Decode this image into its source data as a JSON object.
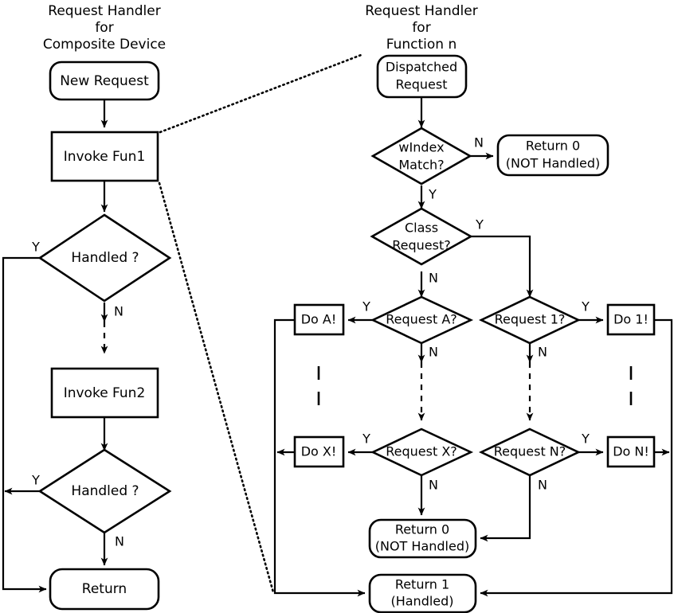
{
  "diagram": {
    "title_left": [
      "Request Handler",
      "for",
      "Composite Device"
    ],
    "title_right": [
      "Request Handler",
      "for",
      "Function n"
    ],
    "left_column": {
      "header_line1": "Request Handler",
      "header_line2": "for",
      "header_line3": "Composite Device",
      "nodes": [
        {
          "id": "new-request",
          "label": "New Request",
          "shape": "rounded"
        },
        {
          "id": "invoke-fun1",
          "label": "Invoke Fun1",
          "shape": "rect"
        },
        {
          "id": "handled-1",
          "label": "Handled ?",
          "shape": "diamond"
        },
        {
          "id": "invoke-fun2",
          "label": "Invoke Fun2",
          "shape": "rect"
        },
        {
          "id": "handled-2",
          "label": "Handled ?",
          "shape": "diamond"
        },
        {
          "id": "return",
          "label": "Return",
          "shape": "rounded"
        }
      ],
      "edge_labels": {
        "handled1_yes": "Y",
        "handled1_no": "N",
        "handled2_yes": "Y",
        "handled2_no": "N"
      }
    },
    "right_column": {
      "header_line1": "Request Handler",
      "header_line2": "for",
      "header_line3": "Function n",
      "nodes": [
        {
          "id": "dispatched-request",
          "label_line1": "Dispatched",
          "label_line2": "Request",
          "shape": "rounded"
        },
        {
          "id": "windex-match",
          "label_line1": "wIndex",
          "label_line2": "Match?",
          "shape": "diamond"
        },
        {
          "id": "return0-top",
          "label_line1": "Return 0",
          "label_line2": "(NOT Handled)",
          "shape": "rounded"
        },
        {
          "id": "class-request",
          "label_line1": "Class",
          "label_line2": "Request?",
          "shape": "diamond"
        },
        {
          "id": "request-a",
          "label": "Request A?",
          "shape": "diamond"
        },
        {
          "id": "request-1",
          "label": "Request 1?",
          "shape": "diamond"
        },
        {
          "id": "do-a",
          "label": "Do A!",
          "shape": "rect"
        },
        {
          "id": "do-1",
          "label": "Do 1!",
          "shape": "rect"
        },
        {
          "id": "request-x",
          "label": "Request X?",
          "shape": "diamond"
        },
        {
          "id": "request-n",
          "label": "Request N?",
          "shape": "diamond"
        },
        {
          "id": "do-x",
          "label": "Do X!",
          "shape": "rect"
        },
        {
          "id": "do-n",
          "label": "Do N!",
          "shape": "rect"
        },
        {
          "id": "return0-bottom",
          "label_line1": "Return 0",
          "label_line2": "(NOT Handled)",
          "shape": "rounded"
        },
        {
          "id": "return1-bottom",
          "label_line1": "Return 1",
          "label_line2": "(Handled)",
          "shape": "rounded"
        }
      ],
      "edge_labels": {
        "windex_no": "N",
        "windex_yes": "Y",
        "class_yes": "Y",
        "class_no": "N",
        "request_a_yes": "Y",
        "request_a_no": "N",
        "request_1_yes": "Y",
        "request_1_no": "N",
        "request_x_yes": "Y",
        "request_x_no": "N",
        "request_n_yes": "Y",
        "request_n_no": "N"
      }
    },
    "colors": {
      "stroke": "#000000",
      "fill": "#ffffff",
      "background": "#ffffff"
    }
  }
}
